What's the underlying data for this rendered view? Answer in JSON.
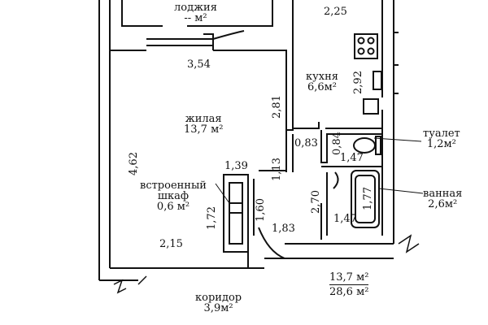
{
  "rooms": {
    "loggia": {
      "name": "лоджия",
      "area": "-- м²"
    },
    "kitchen": {
      "name": "кухня",
      "area": "6,6м²"
    },
    "living": {
      "name": "жилая",
      "area": "13,7 м²"
    },
    "closet": {
      "name1": "встроенный",
      "name2": "шкаф",
      "area": "0,6 м²"
    },
    "toilet": {
      "name": "туалет",
      "area": "1,2м²"
    },
    "bath": {
      "name": "ванная",
      "area": "2,6м²"
    },
    "corridor": {
      "name": "коридор",
      "area": "3,9м²"
    }
  },
  "totals": {
    "living": "13,7 м²",
    "total": "28,6 м²"
  },
  "dims": {
    "d225": "2,25",
    "d354": "3,54",
    "d292": "2,92",
    "d281": "2,81",
    "d083": "0,83",
    "d084": "0,84",
    "d147a": "1,47",
    "d462": "4,62",
    "d139": "1,39",
    "d113": "1,13",
    "d177": "1,77",
    "d172": "1,72",
    "d160": "1,60",
    "d270": "2,70",
    "d147b": "1,47",
    "d215": "2,15",
    "d183": "1,83"
  },
  "colors": {
    "ink": "#111111",
    "paper": "#ffffff"
  }
}
